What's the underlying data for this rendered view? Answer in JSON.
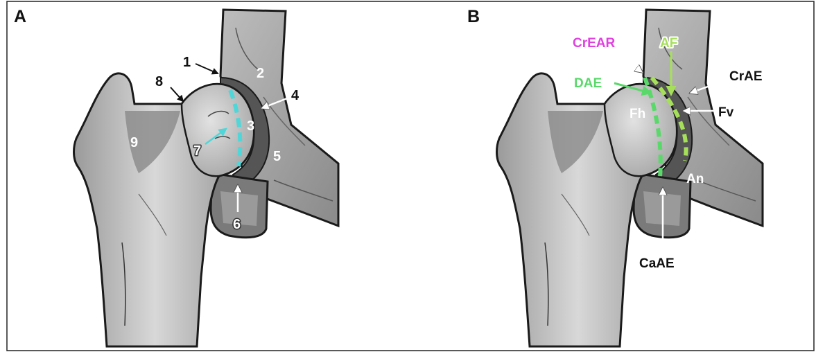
{
  "panels": [
    {
      "letter": "A",
      "labels": {
        "l1": "1",
        "l2": "2",
        "l3": "3",
        "l4": "4",
        "l5": "5",
        "l6": "6",
        "l7": "7",
        "l8": "8",
        "l9": "9"
      }
    },
    {
      "letter": "B",
      "labels": {
        "crear": "CrEAR",
        "af": "AF",
        "crae": "CrAE",
        "dae": "DAE",
        "fh": "Fh",
        "fv": "Fv",
        "an": "An",
        "caae": "CaAE"
      }
    }
  ],
  "colors": {
    "crear": "#e040e0",
    "af": "#a6e05a",
    "dae": "#5ad86a",
    "line_a": "#4fd6d8",
    "bone_light": "#d2d2d2",
    "bone_mid": "#a8a8a8",
    "bone_dark": "#6e6e6e",
    "outline": "#1a1a1a"
  }
}
